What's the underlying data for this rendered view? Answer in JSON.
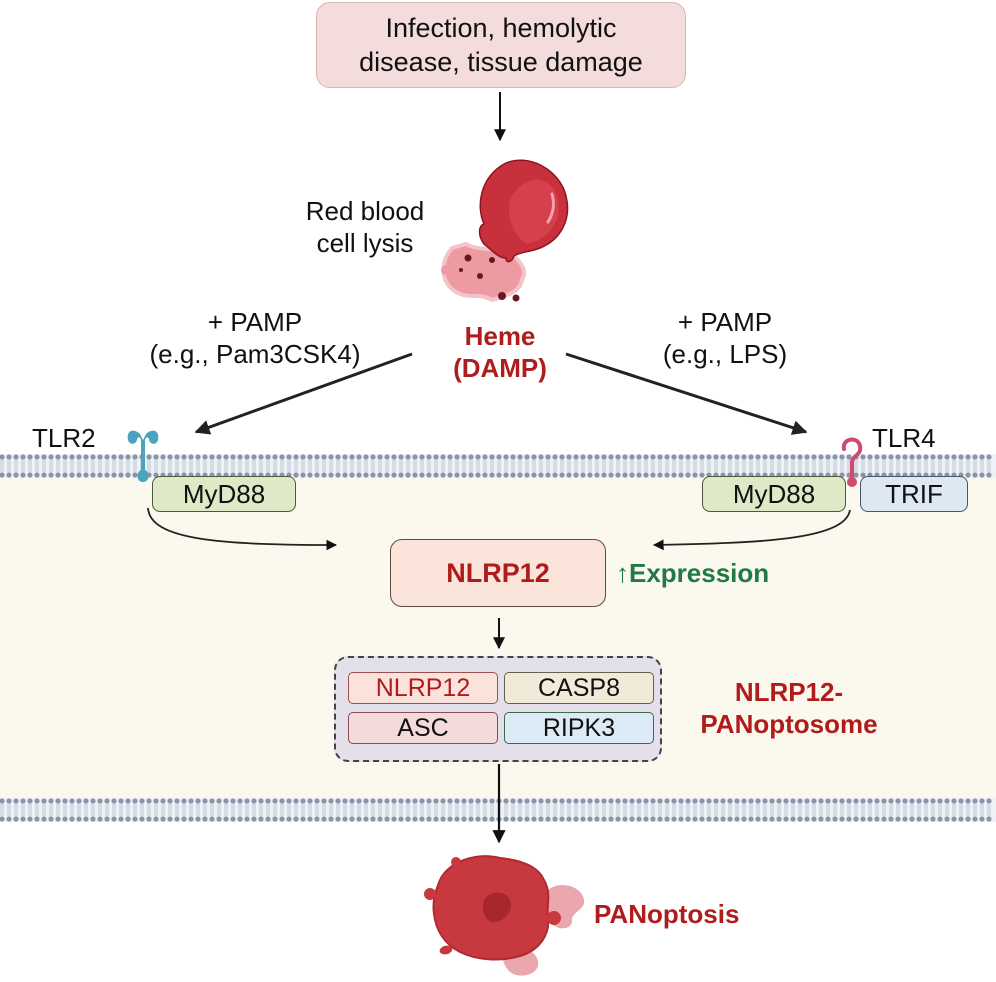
{
  "trigger": {
    "line1": "Infection, hemolytic",
    "line2": "disease, tissue damage"
  },
  "rbc": {
    "label_line1": "Red blood",
    "label_line2": "cell lysis",
    "icon": "lysing-red-blood-cell-icon"
  },
  "heme": {
    "line1": "Heme",
    "line2": "(DAMP)"
  },
  "left_branch": {
    "pamp_line1": "+ PAMP",
    "pamp_line2": "(e.g., Pam3CSK4)",
    "receptor": "TLR2",
    "adaptor": "MyD88"
  },
  "right_branch": {
    "pamp_line1": "+ PAMP",
    "pamp_line2": "(e.g., LPS)",
    "receptor": "TLR4",
    "adaptor1": "MyD88",
    "adaptor2": "TRIF"
  },
  "nlrp12": {
    "label": "NLRP12",
    "expression_arrow": "↑",
    "expression_label": "Expression"
  },
  "panoptosome": {
    "components": [
      "NLRP12",
      "CASP8",
      "ASC",
      "RIPK3"
    ],
    "label_line1": "NLRP12-",
    "label_line2": "PANoptosome"
  },
  "outcome": {
    "label": "PANoptosis",
    "icon": "dying-cell-icon"
  },
  "colors": {
    "accent_red": "#b01c1c",
    "expression_green": "#1f7a45",
    "tlr2": "#4aa3bf",
    "tlr4": "#d04a6e",
    "cytoplasm": "#fbf8ee"
  }
}
